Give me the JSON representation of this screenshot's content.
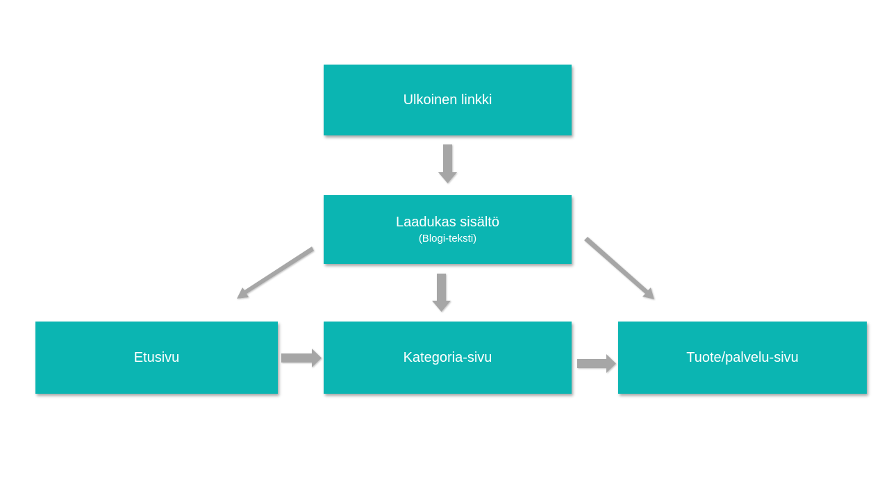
{
  "colors": {
    "node_fill": "#0bb5b2",
    "node_text": "#ffffff",
    "arrow_fill": "#a6a6a6",
    "background": "#ffffff"
  },
  "nodes": {
    "ulkoinen": {
      "title": "Ulkoinen linkki"
    },
    "laadukas": {
      "title": "Laadukas sisältö",
      "subtitle": "(Blogi-teksti)"
    },
    "etusivu": {
      "title": "Etusivu"
    },
    "kategoria": {
      "title": "Kategoria-sivu"
    },
    "tuote": {
      "title": "Tuote/palvelu-sivu"
    }
  },
  "edges": [
    {
      "from": "Ulkoinen linkki",
      "to": "Laadukas sisältö"
    },
    {
      "from": "Laadukas sisältö",
      "to": "Etusivu"
    },
    {
      "from": "Laadukas sisältö",
      "to": "Kategoria-sivu"
    },
    {
      "from": "Laadukas sisältö",
      "to": "Tuote/palvelu-sivu"
    },
    {
      "from": "Etusivu",
      "to": "Kategoria-sivu"
    },
    {
      "from": "Kategoria-sivu",
      "to": "Tuote/palvelu-sivu"
    }
  ]
}
